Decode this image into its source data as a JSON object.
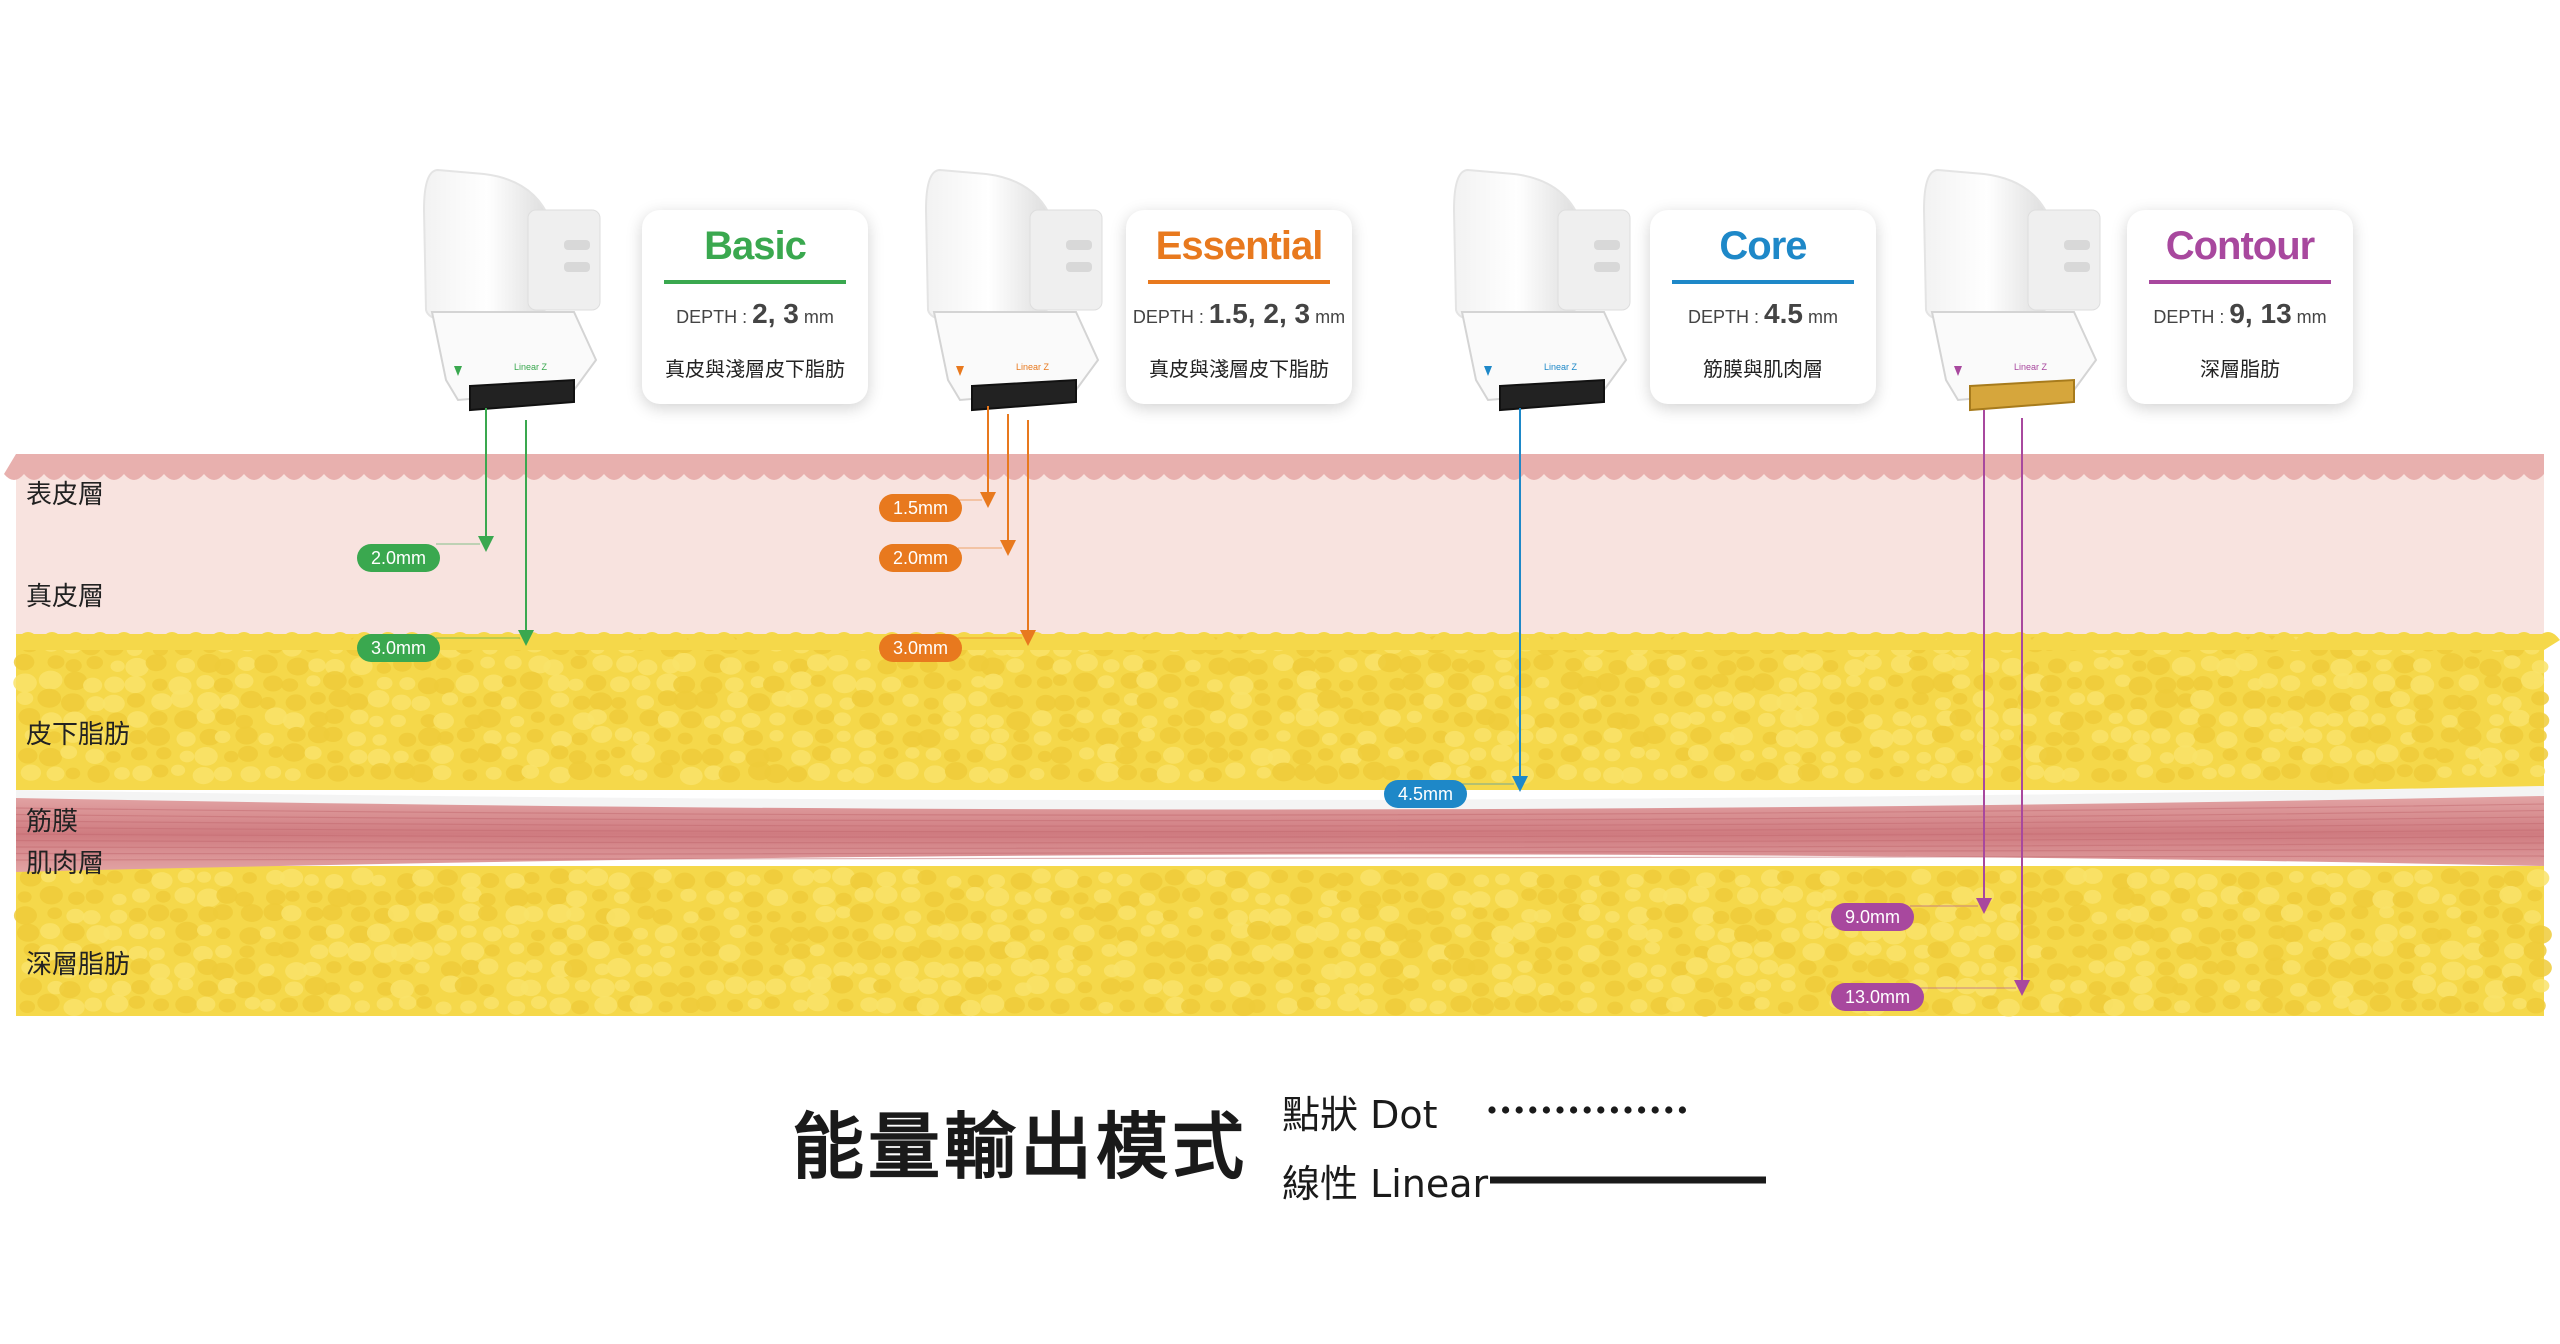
{
  "colors": {
    "basic": "#3aa84f",
    "essential": "#e8791e",
    "core": "#1e88c8",
    "contour": "#a8489e",
    "epidermis": "#e8b0ae",
    "dermis": "#f8e3df",
    "fat": "#f5d84a",
    "fat_dot": "#f9e36a",
    "muscle": "#d98a8c"
  },
  "layers": {
    "epidermis": "表皮層",
    "dermis": "真皮層",
    "subcutaneous_fat": "皮下脂肪",
    "fascia": "筋膜",
    "muscle": "肌肉層",
    "deep_fat": "深層脂肪"
  },
  "transducers": [
    {
      "key": "basic",
      "name": "Basic",
      "depth_prefix": "DEPTH :",
      "depth_values": "2, 3",
      "depth_unit": "mm",
      "description": "真皮與淺層皮下脂肪",
      "head_label": "Linear Z",
      "depths": [
        "2.0mm",
        "3.0mm"
      ],
      "depths_mm": [
        2.0,
        3.0
      ]
    },
    {
      "key": "essential",
      "name": "Essential",
      "depth_prefix": "DEPTH :",
      "depth_values": "1.5, 2, 3",
      "depth_unit": "mm",
      "description": "真皮與淺層皮下脂肪",
      "head_label": "Linear Z",
      "depths": [
        "1.5mm",
        "2.0mm",
        "3.0mm"
      ],
      "depths_mm": [
        1.5,
        2.0,
        3.0
      ]
    },
    {
      "key": "core",
      "name": "Core",
      "depth_prefix": "DEPTH :",
      "depth_values": "4.5",
      "depth_unit": "mm",
      "description": "筋膜與肌肉層",
      "head_label": "Linear Z",
      "depths": [
        "4.5mm"
      ],
      "depths_mm": [
        4.5
      ]
    },
    {
      "key": "contour",
      "name": "Contour",
      "depth_prefix": "DEPTH :",
      "depth_values": "9, 13",
      "depth_unit": "mm",
      "description": "深層脂肪",
      "head_label": "Linear Z",
      "depths": [
        "9.0mm",
        "13.0mm"
      ],
      "depths_mm": [
        9.0,
        13.0
      ]
    }
  ],
  "legend": {
    "title": "能量輸出模式",
    "dot_label": "點狀 Dot",
    "linear_label": "線性 Linear"
  }
}
